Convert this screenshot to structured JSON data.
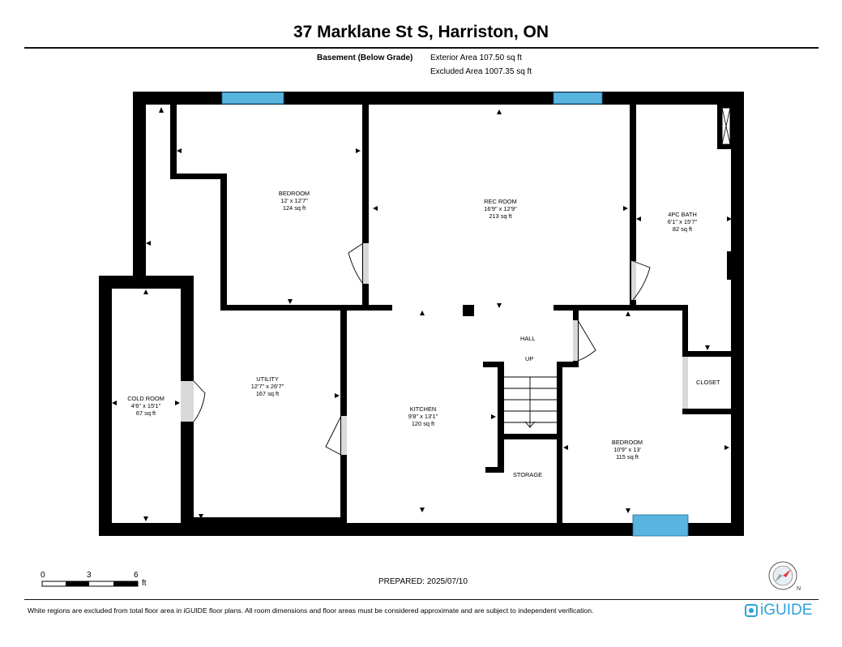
{
  "header": {
    "title": "37 Marklane St S, Harriston, ON"
  },
  "areas": {
    "level": "Basement (Below Grade)",
    "exterior": "Exterior Area 107.50 sq ft",
    "excluded": "Excluded Area 1007.35 sq ft"
  },
  "rooms": {
    "bedroom1": {
      "name": "BEDROOM",
      "dims": "12' x 12'7\"",
      "area": "124 sq ft"
    },
    "rec_room": {
      "name": "REC ROOM",
      "dims": "16'9\" x 12'9\"",
      "area": "213 sq ft"
    },
    "bath": {
      "name": "4PC BATH",
      "dims": "6'1\" x 15'7\"",
      "area": "82 sq ft"
    },
    "cold_room": {
      "name": "COLD ROOM",
      "dims": "4'6\" x 15'1\"",
      "area": "67 sq ft"
    },
    "utility": {
      "name": "UTILITY",
      "dims": "12'7\" x 26'7\"",
      "area": "167 sq ft"
    },
    "kitchen": {
      "name": "KITCHEN",
      "dims": "9'8\" x 13'1\"",
      "area": "120 sq ft"
    },
    "bedroom2": {
      "name": "BEDROOM",
      "dims": "10'9\" x 13'",
      "area": "115 sq ft"
    },
    "hall": {
      "name": "HALL"
    },
    "up": {
      "name": "UP"
    },
    "closet": {
      "name": "CLOSET"
    },
    "storage": {
      "name": "STORAGE"
    }
  },
  "scale": {
    "marks": [
      "0",
      "3",
      "6"
    ],
    "unit": "ft"
  },
  "prepared": "PREPARED: 2025/07/10",
  "footer": {
    "note": "White regions are excluded from total floor area in iGUIDE floor plans. All room dimensions and floor areas must be considered approximate and are subject to independent verification.",
    "brand": "iGUIDE"
  },
  "colors": {
    "window": "#5ab4e0",
    "wall": "#000000",
    "door": "#d9d9d9"
  },
  "icons": {
    "compass": "compass-icon",
    "brand_logo": "iguide-logo-icon"
  }
}
